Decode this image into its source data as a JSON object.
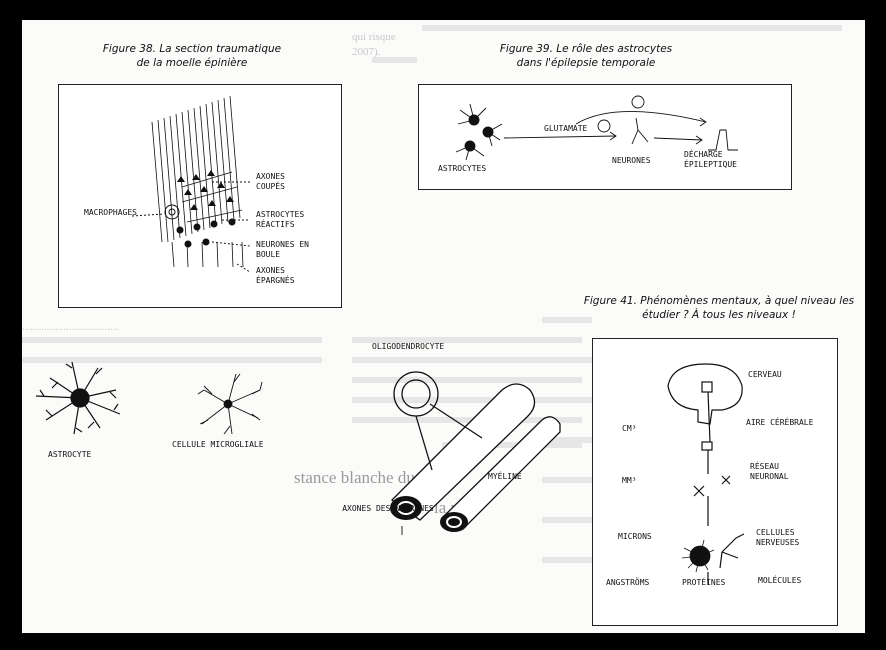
{
  "figure38": {
    "caption": "Figure 38. La section traumatique de la moelle épinière",
    "labels": {
      "axones_coupes": "AXONES COUPÉS",
      "macrophages": "MACROPHAGES",
      "astrocytes_reactifs": "ASTROCYTES RÉACTIFS",
      "neurones_en_boule": "NEURONES EN BOULE",
      "axones_epargnes": "AXONES ÉPARGNÉS"
    }
  },
  "figure39": {
    "caption": "Figure 39. Le rôle des astrocytes dans l'épilepsie temporale",
    "labels": {
      "astrocytes": "ASTROCYTES",
      "glutamate": "GLUTAMATE",
      "neurones": "NEURONES",
      "decharge": "DÉCHARGE ÉPILEPTIQUE"
    }
  },
  "figure41": {
    "caption": "Figure 41. Phénomènes mentaux, à quel niveau les étudier ? À tous les niveaux !",
    "labels": {
      "cerveau": "CERVEAU",
      "aire_cerebrale": "AIRE CÉRÉBRALE",
      "cm3": "CM³",
      "reseau_neuronal": "RÉSEAU NEURONAL",
      "mm3": "MM³",
      "cellules_nerveuses": "CELLULES NERVEUSES",
      "microns": "MICRONS",
      "angstroms": "ANGSTRÖMS",
      "proteines": "PROTÉINES",
      "molecules": "MOLÉCULES"
    }
  },
  "cells": {
    "astrocyte": "ASTROCYTE",
    "microgliale": "CELLULE MICROGLIALE"
  },
  "oligo": {
    "oligodendrocyte": "OLIGODENDROCYTE",
    "myeline": "MYÉLINE",
    "axones_neurones": "AXONES DES NEURONES"
  },
  "background": {
    "heading": "stance blanche du cerve",
    "subheading": "la myé"
  }
}
